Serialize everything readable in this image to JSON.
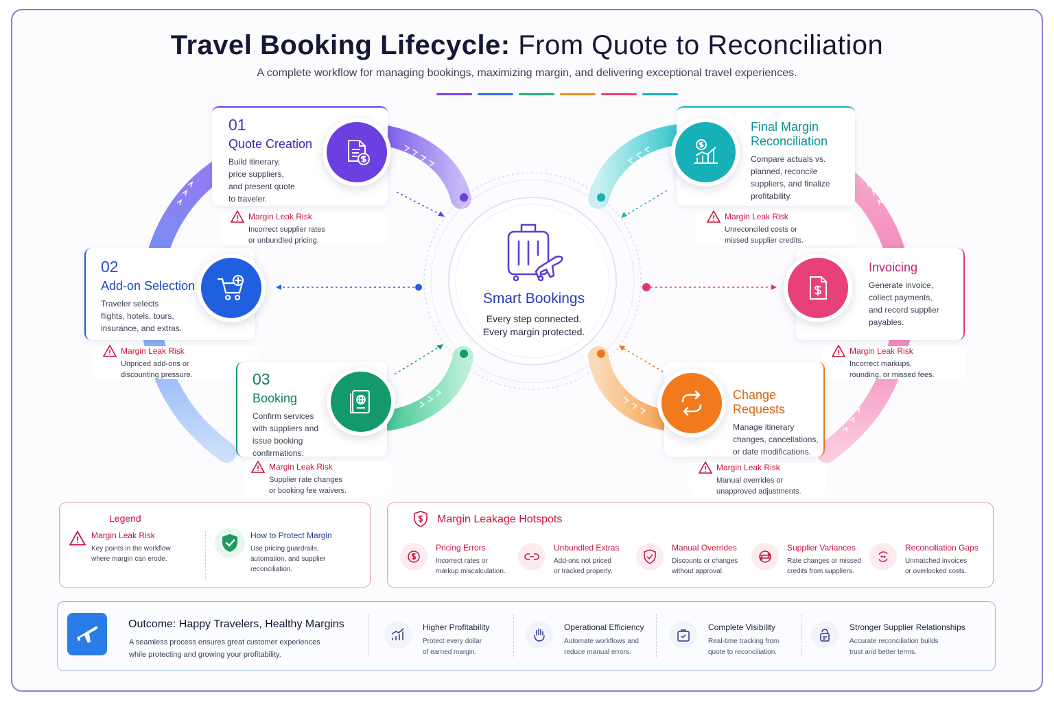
{
  "header": {
    "title_bold": "Travel Booking Lifecycle:",
    "title_rest": "From Quote to Reconciliation",
    "subtitle": "A complete workflow for managing bookings, maximizing margin, and delivering exceptional travel experiences.",
    "dash_colors": [
      "#7b3fe4",
      "#2f6fe0",
      "#22b07a",
      "#f08a24",
      "#e8407a",
      "#17b0b8"
    ]
  },
  "center": {
    "title": "Smart Bookings",
    "line1": "Every step connected.",
    "line2": "Every margin protected.",
    "icon": "luggage-plane-icon"
  },
  "stages": {
    "quote": {
      "number": "01",
      "title": "Quote Creation",
      "desc": [
        "Build itinerary,",
        "price suppliers,",
        "and present quote",
        "to traveler."
      ],
      "color": "#6b3fe0",
      "icon": "document-dollar-icon",
      "risk_title": "Margin Leak Risk",
      "risk_desc": [
        "Incorrect supplier rates",
        "or unbundled pricing."
      ]
    },
    "addon": {
      "number": "02",
      "title": "Add-on Selection",
      "desc": [
        "Traveler selects",
        "flights, hotels, tours,",
        "insurance, and extras."
      ],
      "color": "#1f5fe0",
      "icon": "cart-plus-icon",
      "risk_title": "Margin Leak Risk",
      "risk_desc": [
        "Unpriced add-ons or",
        "discounting pressure."
      ]
    },
    "booking": {
      "number": "03",
      "title": "Booking",
      "desc": [
        "Confirm services",
        "with suppliers and",
        "issue booking",
        "confirmations."
      ],
      "color": "#149a6a",
      "icon": "passport-icon",
      "risk_title": "Margin Leak Risk",
      "risk_desc": [
        "Supplier rate changes",
        "or booking fee waivers."
      ]
    },
    "reconciliation": {
      "title1": "Final Margin",
      "title2": "Reconciliation",
      "desc": [
        "Compare actuals vs.",
        "planned, reconcile",
        "suppliers, and finalize",
        "profitability."
      ],
      "color": "#0fa3a8",
      "icon": "dollar-chart-icon",
      "risk_title": "Margin Leak Risk",
      "risk_desc": [
        "Unreconciled costs or",
        "missed supplier credits."
      ]
    },
    "invoicing": {
      "title": "Invoicing",
      "desc": [
        "Generate invoice,",
        "collect payments,",
        "and record supplier",
        "payables."
      ],
      "color": "#e0357a",
      "icon": "invoice-icon",
      "risk_title": "Margin Leak Risk",
      "risk_desc": [
        "Incorrect markups,",
        "rounding, or missed fees."
      ]
    },
    "change": {
      "title": "Change Requests",
      "desc": [
        "Manage itinerary",
        "changes, cancellations,",
        "or date modifications."
      ],
      "color": "#e8781c",
      "icon": "swap-arrows-icon",
      "risk_title": "Margin Leak Risk",
      "risk_desc": [
        "Manual overrides or",
        "unapproved adjustments."
      ]
    }
  },
  "legend": {
    "title": "Legend",
    "risk_title": "Margin Leak Risk",
    "risk_desc": [
      "Key points in the workflow",
      "where margin can erode."
    ],
    "protect_title": "How to Protect Margin",
    "protect_desc": [
      "Use pricing guardrails,",
      "automation, and supplier",
      "reconciliation."
    ]
  },
  "hotspots": {
    "title": "Margin Leakage Hotspots",
    "items": [
      {
        "title": "Pricing Errors",
        "desc": [
          "Incorrect rates or",
          "markup miscalculation."
        ],
        "icon": "dollar-cycle-icon"
      },
      {
        "title": "Unbundled Extras",
        "desc": [
          "Add-ons not priced",
          "or tracked properly."
        ],
        "icon": "broken-link-icon"
      },
      {
        "title": "Manual Overrides",
        "desc": [
          "Discounts or changes",
          "without approval."
        ],
        "icon": "shield-check-icon"
      },
      {
        "title": "Supplier Variances",
        "desc": [
          "Rate changes or missed",
          "credits from suppliers."
        ],
        "icon": "exchange-icon"
      },
      {
        "title": "Reconciliation Gaps",
        "desc": [
          "Unmatched invoices",
          "or overlooked costs."
        ],
        "icon": "refresh-gap-icon"
      }
    ]
  },
  "outcome": {
    "title": "Outcome: Happy Travelers, Healthy Margins",
    "desc": [
      "A seamless process ensures great customer experiences",
      "while protecting and growing your profitability."
    ],
    "benefits": [
      {
        "title": "Higher Profitability",
        "desc": [
          "Protect every dollar",
          "of earned margin."
        ],
        "icon": "bar-growth-icon"
      },
      {
        "title": "Operational Efficiency",
        "desc": [
          "Automate workflows and",
          "reduce manual errors."
        ],
        "icon": "hand-icon"
      },
      {
        "title": "Complete Visibility",
        "desc": [
          "Real-time tracking from",
          "quote to reconciliation."
        ],
        "icon": "bag-check-icon"
      },
      {
        "title": "Stronger Supplier Relationships",
        "desc": [
          "Accurate reconciliation builds",
          "trust and better terms."
        ],
        "icon": "handshake-icon"
      }
    ]
  }
}
